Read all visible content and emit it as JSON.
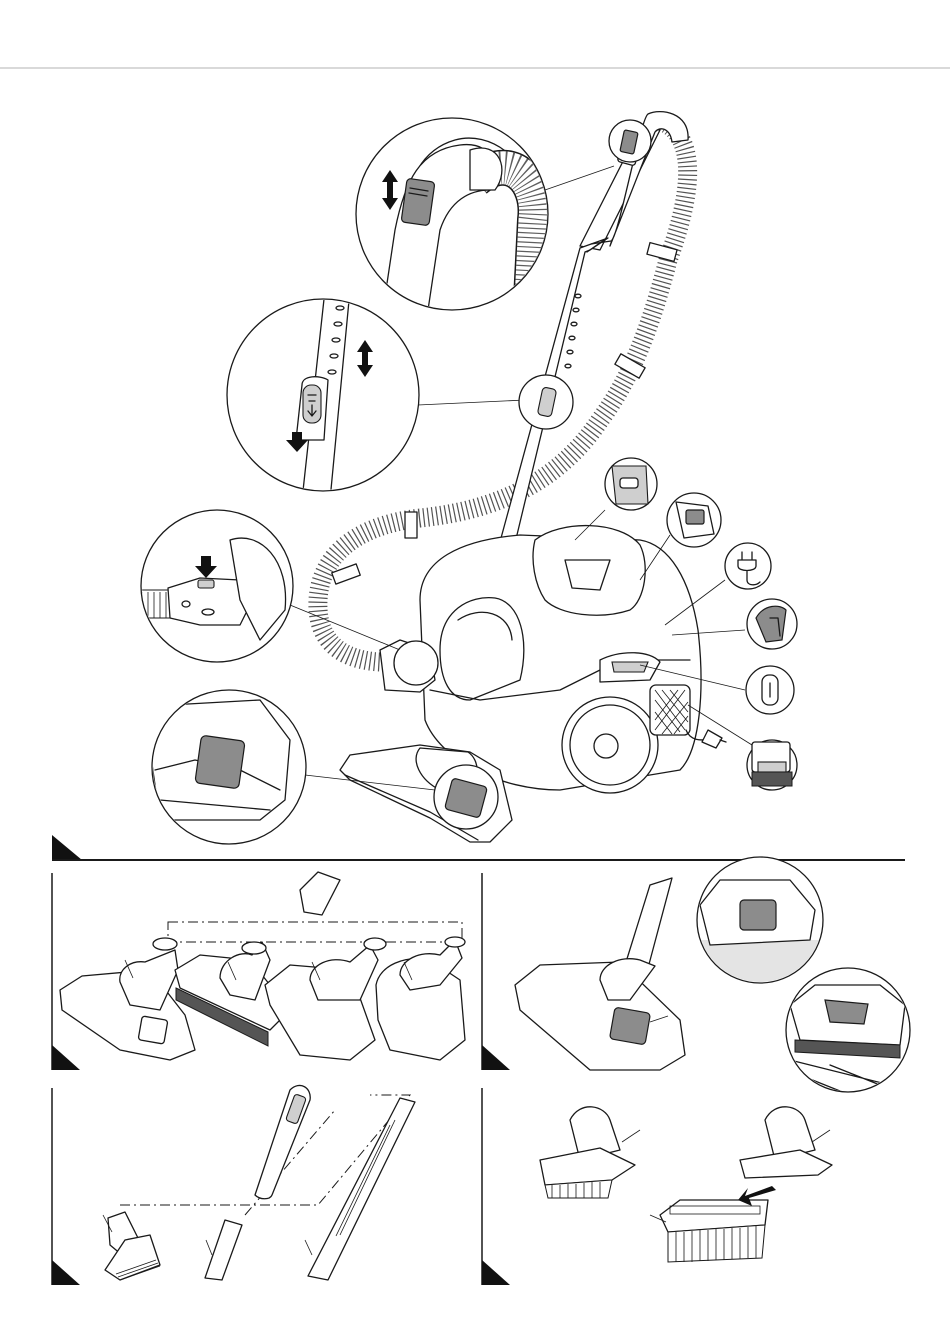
{
  "diagram": {
    "title": "",
    "labels": [],
    "sections": [
      {
        "id": "overview",
        "description": ""
      },
      {
        "id": "floor-nozzles",
        "description": ""
      },
      {
        "id": "nozzle-switch",
        "description": ""
      },
      {
        "id": "small-tools",
        "description": ""
      },
      {
        "id": "brush-strip",
        "description": ""
      }
    ],
    "colors": {
      "line": "#1a1a1a",
      "highlight": "#8c8c8c",
      "light": "#cfcfcf",
      "background": "#ffffff"
    },
    "icons": [
      "power-plug-icon",
      "on-off-icon",
      "arrow-icon"
    ]
  }
}
